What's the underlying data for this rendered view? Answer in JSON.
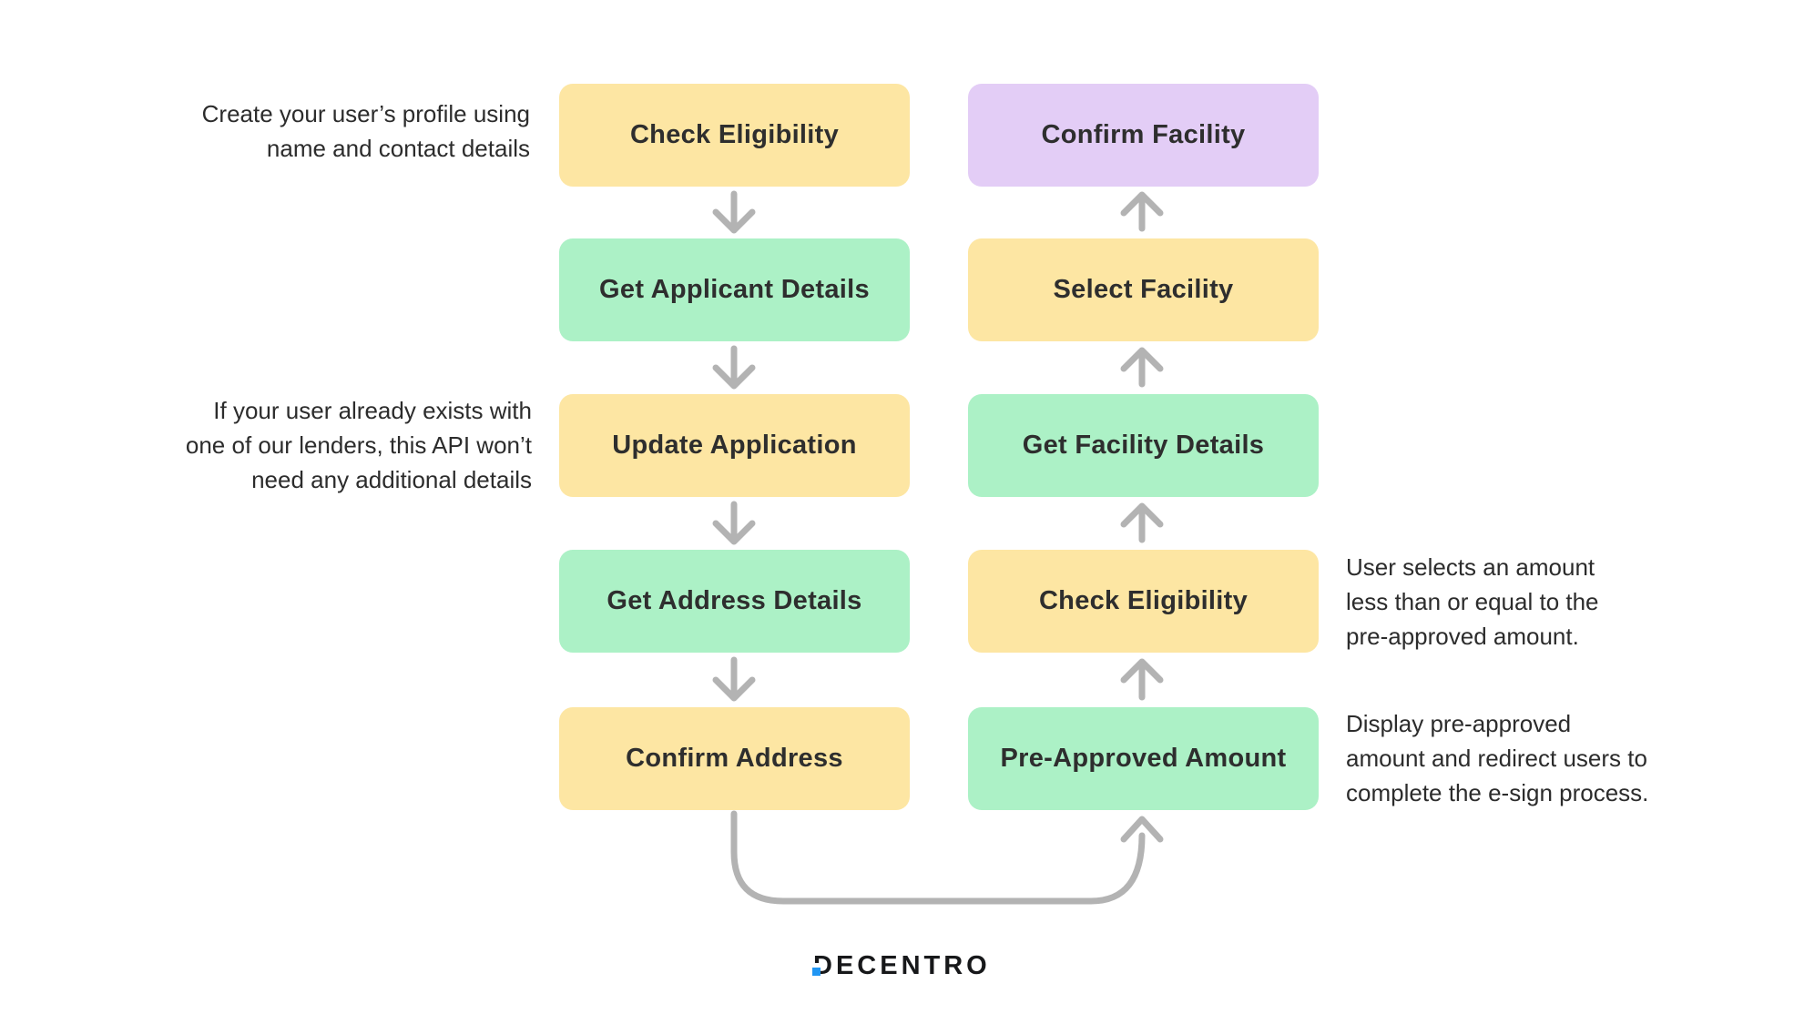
{
  "palette": {
    "box_yellow": "#fde6a3",
    "box_green": "#acf1c6",
    "box_purple": "#e3cdf6",
    "arrow_gray": "#b3b3b3",
    "text_dark": "#2c2c2c",
    "logo_blue": "#2196f3"
  },
  "flow": {
    "left_column": [
      {
        "label": "Check Eligibility",
        "color": "yellow"
      },
      {
        "label": "Get Applicant Details",
        "color": "green"
      },
      {
        "label": "Update Application",
        "color": "yellow"
      },
      {
        "label": "Get Address Details",
        "color": "green"
      },
      {
        "label": "Confirm Address",
        "color": "yellow"
      }
    ],
    "right_column": [
      {
        "label": "Confirm Facility",
        "color": "purple"
      },
      {
        "label": "Select Facility",
        "color": "yellow"
      },
      {
        "label": "Get Facility Details",
        "color": "green"
      },
      {
        "label": "Check Eligibility",
        "color": "yellow"
      },
      {
        "label": "Pre-Approved Amount",
        "color": "green"
      }
    ]
  },
  "annotations": {
    "left_top": "Create your user’s profile using\nname and contact details",
    "left_middle": "If your user already exists with\none of our lenders, this API won’t\nneed any additional details",
    "right_check_eligibility": "User selects an amount\nless than or equal to the\npre-approved amount.",
    "right_pre_approved": "Display pre-approved\namount and redirect users to\ncomplete the e-sign process."
  },
  "logo": {
    "text": "DECENTRO"
  }
}
